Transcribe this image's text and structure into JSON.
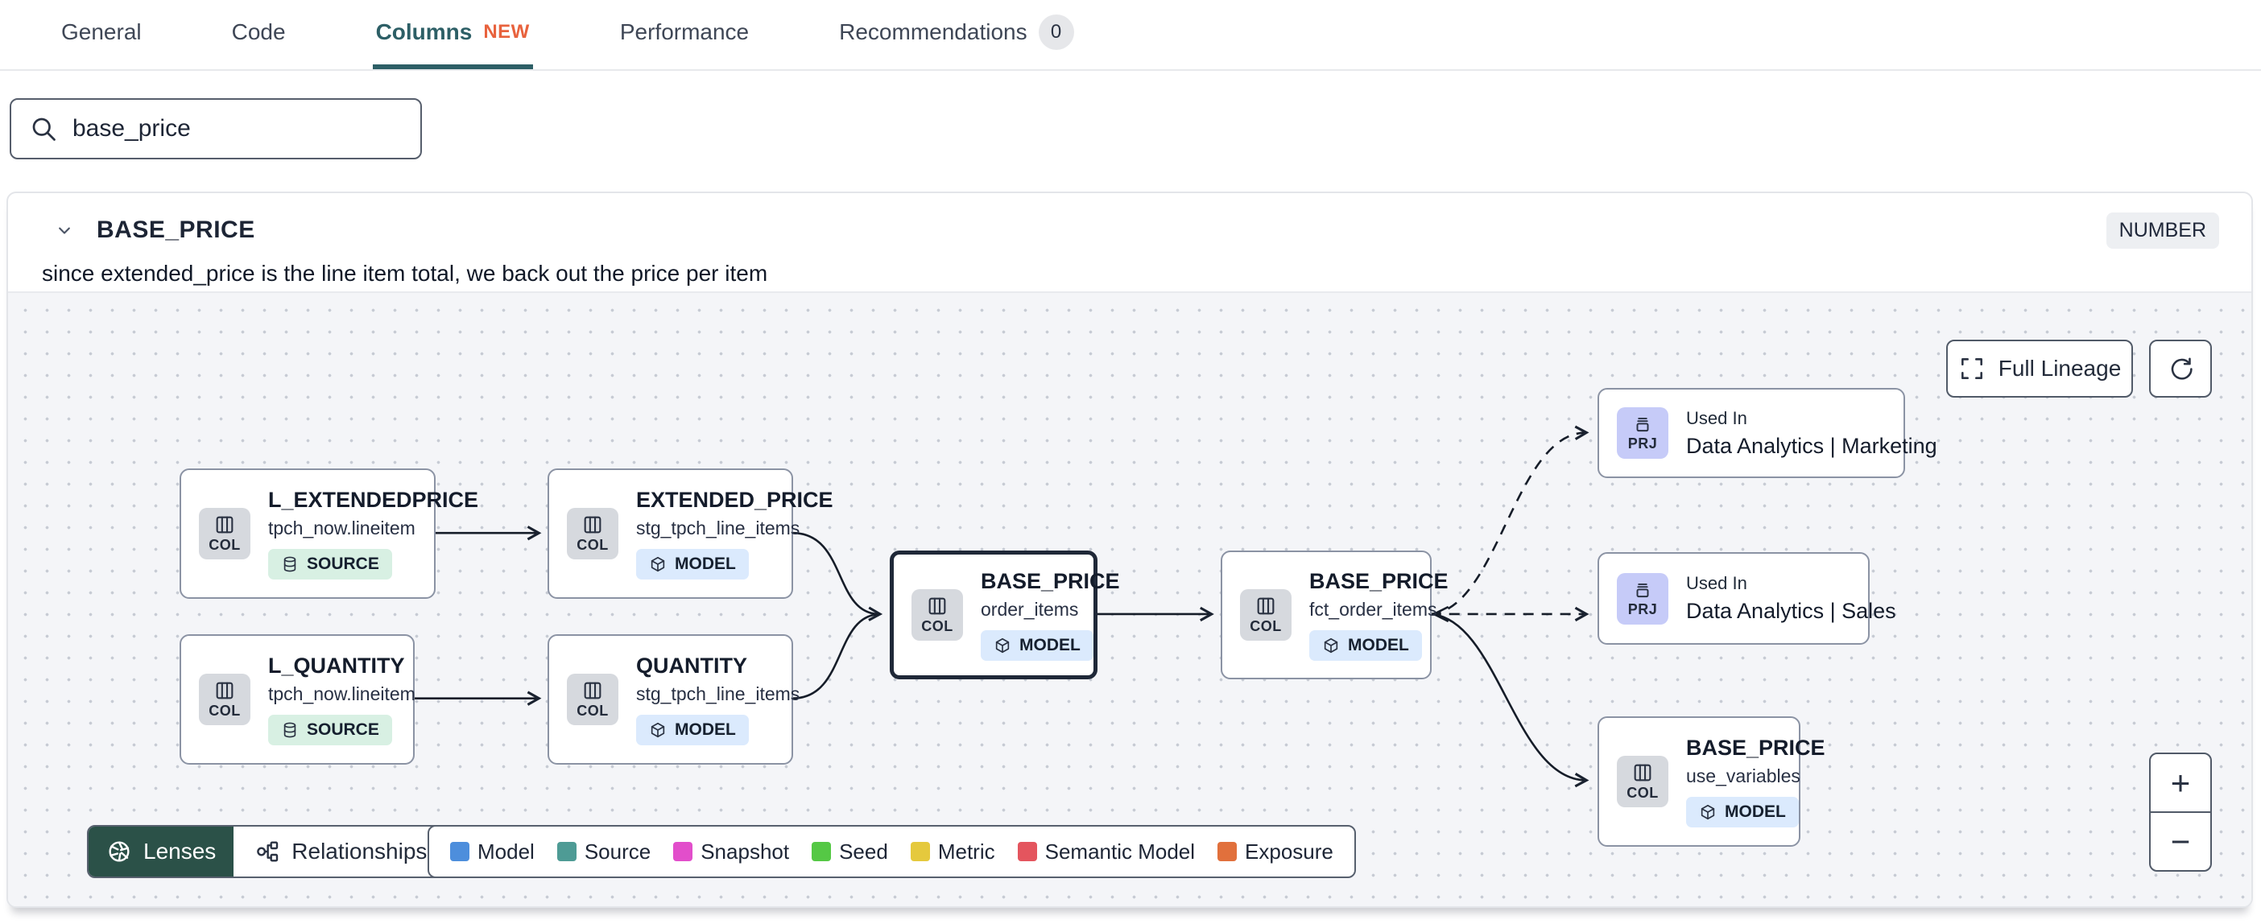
{
  "tabs": {
    "items": [
      {
        "label": "General"
      },
      {
        "label": "Code"
      },
      {
        "label": "Columns",
        "badge": "NEW"
      },
      {
        "label": "Performance"
      },
      {
        "label": "Recommendations",
        "badge": "0"
      }
    ]
  },
  "search": {
    "value": "base_price"
  },
  "column_panel": {
    "name": "BASE_PRICE",
    "data_type": "NUMBER",
    "description": "since extended_price is the line item total, we back out the price per item"
  },
  "lineage": {
    "full_lineage_label": "Full Lineage",
    "zoom_in_label": "+",
    "zoom_out_label": "−",
    "lenses_label": "Lenses",
    "relationships_label": "Relationships",
    "legend": [
      {
        "label": "Model",
        "color": "#4D8EDC"
      },
      {
        "label": "Source",
        "color": "#4E9B95"
      },
      {
        "label": "Snapshot",
        "color": "#E24ECB"
      },
      {
        "label": "Seed",
        "color": "#55C845"
      },
      {
        "label": "Metric",
        "color": "#E5C93D"
      },
      {
        "label": "Semantic Model",
        "color": "#E4555E"
      },
      {
        "label": "Exposure",
        "color": "#E1703C"
      }
    ],
    "nodes": [
      {
        "chip": "COL",
        "title": "L_EXTENDEDPRICE",
        "subtitle": "tpch_now.lineitem",
        "badge": "SOURCE"
      },
      {
        "chip": "COL",
        "title": "EXTENDED_PRICE",
        "subtitle": "stg_tpch_line_items",
        "badge": "MODEL"
      },
      {
        "chip": "COL",
        "title": "L_QUANTITY",
        "subtitle": "tpch_now.lineitem",
        "badge": "SOURCE"
      },
      {
        "chip": "COL",
        "title": "QUANTITY",
        "subtitle": "stg_tpch_line_items",
        "badge": "MODEL"
      },
      {
        "chip": "COL",
        "title": "BASE_PRICE",
        "subtitle": "order_items",
        "badge": "MODEL"
      },
      {
        "chip": "COL",
        "title": "BASE_PRICE",
        "subtitle": "fct_order_items",
        "badge": "MODEL"
      },
      {
        "chip": "PRJ",
        "kicker": "Used In",
        "title": "Data Analytics | Marketing"
      },
      {
        "chip": "PRJ",
        "kicker": "Used In",
        "title": "Data Analytics | Sales"
      },
      {
        "chip": "COL",
        "title": "BASE_PRICE",
        "subtitle": "use_variables",
        "badge": "MODEL"
      }
    ]
  }
}
